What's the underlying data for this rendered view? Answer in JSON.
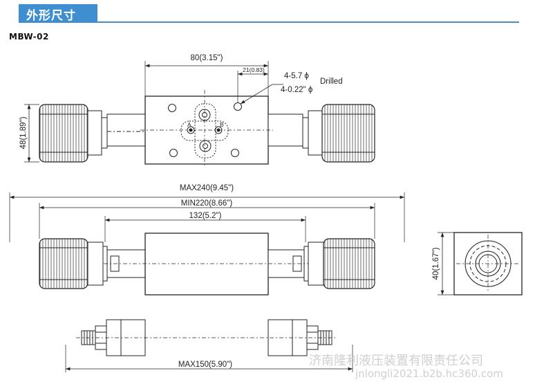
{
  "header": {
    "title": "外形尺寸",
    "accent_color": "#3f8fd0"
  },
  "model": "MBW-02",
  "top_view": {
    "dim_length": "80(3.15\")",
    "dim_offset": "21(0.83)",
    "hole_spec_1": "4-5.7 ϕ",
    "hole_spec_drilled": "Drilled",
    "hole_spec_2": "4-0.22\" ϕ",
    "dim_height": "48(1.89\")",
    "port_a": "A",
    "port_b": "B"
  },
  "front_view": {
    "dim_max": "MAX240(9.45\")",
    "dim_min": "MIN220(8.66\")",
    "dim_body": "132(5.2\")"
  },
  "side_view": {
    "dim_height": "40(1.67\")"
  },
  "bottom_view": {
    "dim_max": "MAX150(5.90\")"
  },
  "watermark": {
    "company": "济南隆利液压装置有限责任公司",
    "url": "jnlongli2021.b2b.hc360.com"
  }
}
